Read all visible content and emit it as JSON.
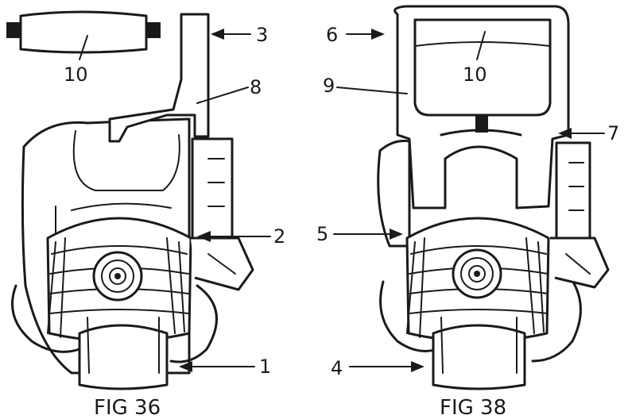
{
  "figures": [
    {
      "caption": "FIG 36",
      "callouts": [
        "10",
        "3",
        "8",
        "2",
        "1"
      ]
    },
    {
      "caption": "FIG 38",
      "callouts": [
        "6",
        "10",
        "9",
        "7",
        "5",
        "4"
      ]
    }
  ]
}
